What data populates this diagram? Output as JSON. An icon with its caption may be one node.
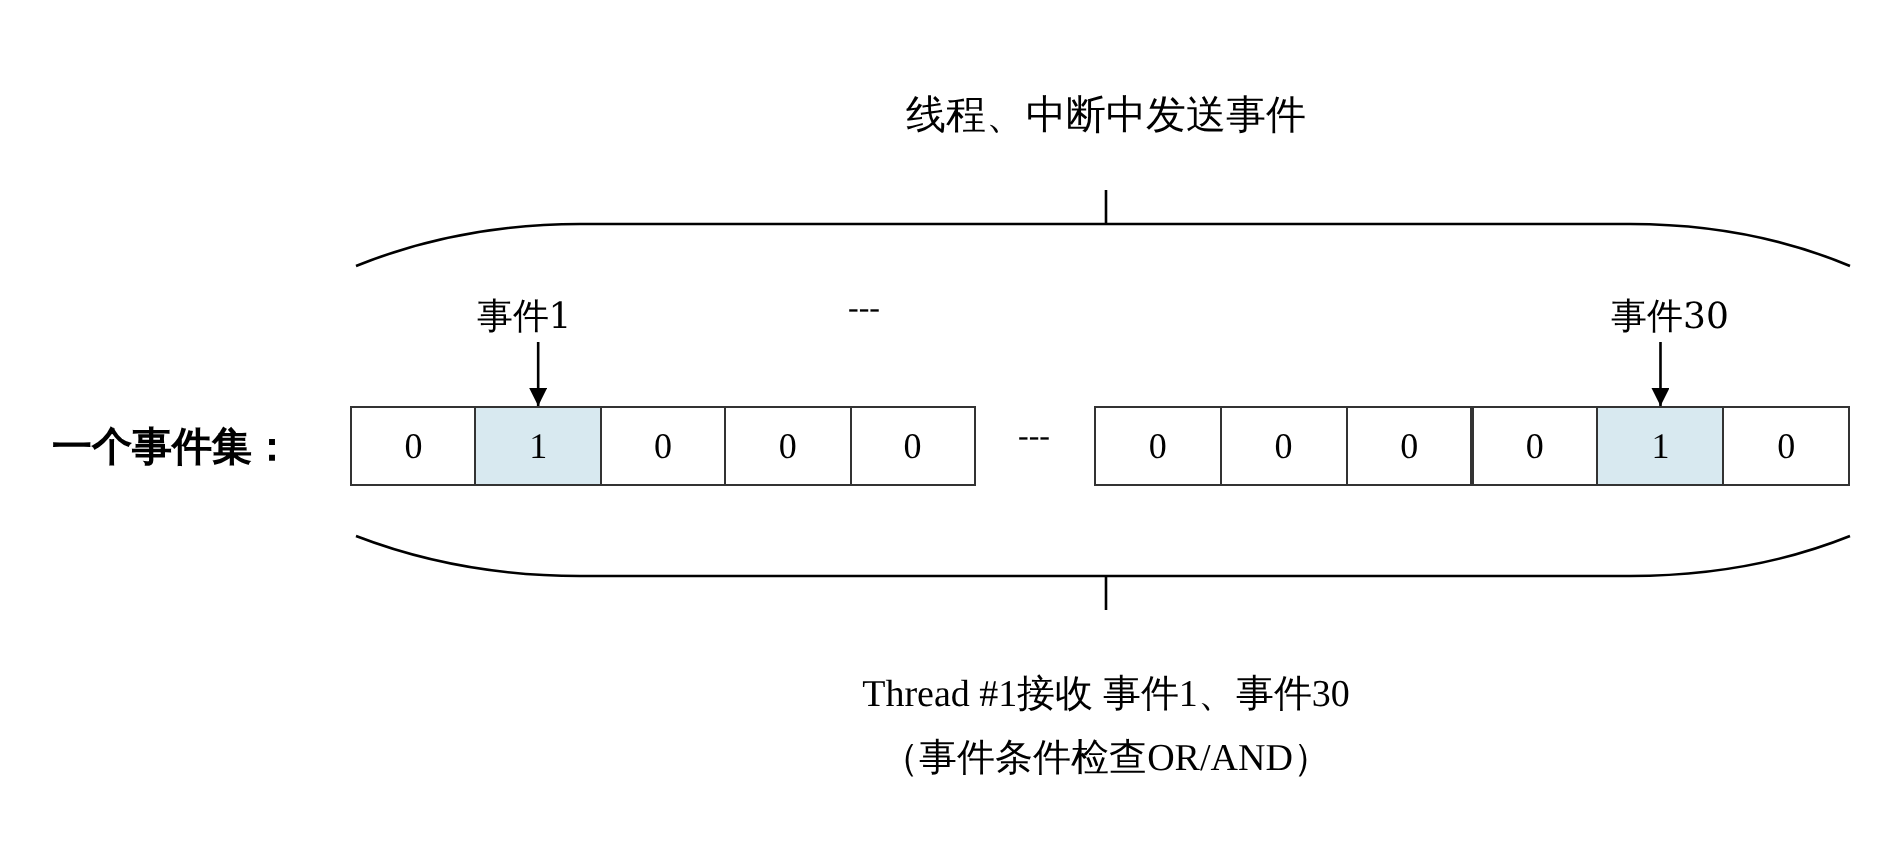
{
  "diagram": {
    "title": "线程、中断中发送事件",
    "nodes": [
      {
        "text": [
          "事件1"
        ]
      },
      {
        "text": [
          "事件30"
        ]
      },
      {
        "text": [
          "0"
        ]
      },
      {
        "text": [
          "1"
        ]
      },
      {
        "text": [
          "0"
        ]
      },
      {
        "text": [
          "0"
        ]
      },
      {
        "text": [
          "0"
        ]
      },
      {
        "text": [
          "0"
        ]
      },
      {
        "text": [
          "0"
        ]
      },
      {
        "text": [
          "0"
        ]
      },
      {
        "text": [
          "0"
        ]
      },
      {
        "text": [
          "1"
        ]
      },
      {
        "text": [
          "0"
        ]
      }
    ],
    "edges": [
      {
        "from": 0,
        "to": 3,
        "arrow": "to"
      },
      {
        "from": 1,
        "to": 11,
        "arrow": "to"
      }
    ],
    "labels": [
      "---",
      "一个事件集：",
      "---",
      "Thread #1接收 事件1、事件30",
      "（事件条件检查OR/AND）"
    ]
  }
}
